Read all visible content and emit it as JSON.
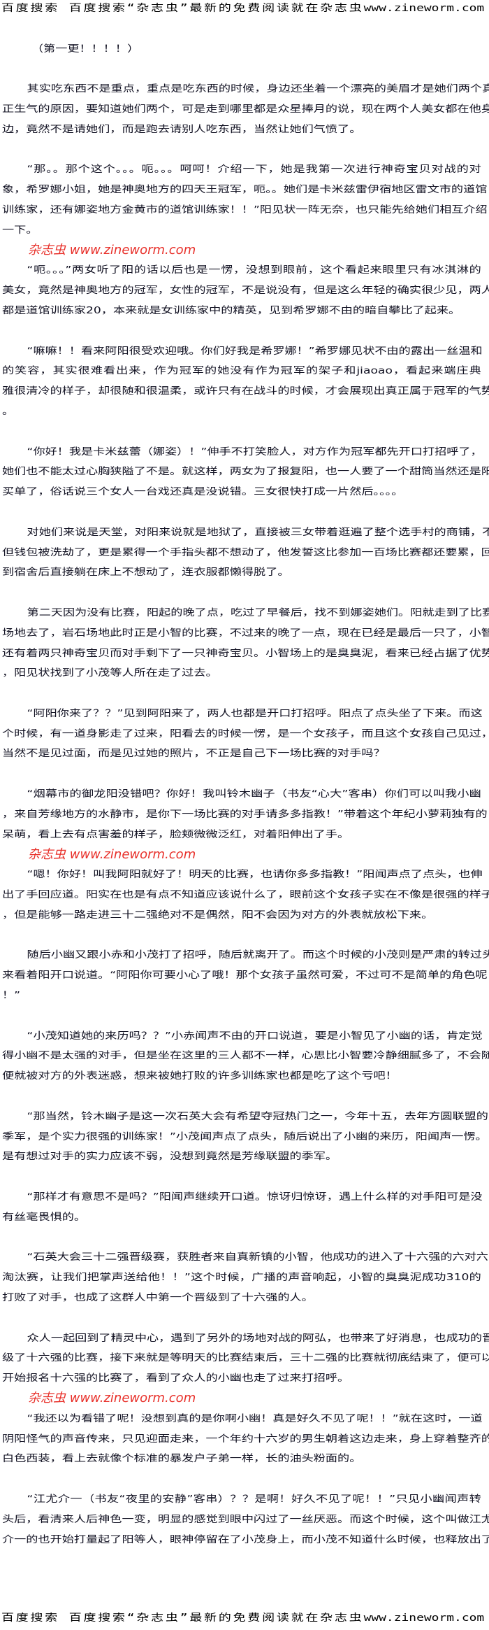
{
  "banner": "百度搜索 百度搜索“杂志虫”最新的免费阅读就在杂志虫www.zineworm.com",
  "watermark": "杂志虫 www.zineworm.com",
  "paragraphs": [
    [
      "（第一更！！！！）"
    ],
    [
      "其实吃东西不是重点，重点是吃东西的时候，身边还坐着一个漂亮的美眉才是她们两个真",
      "正生气的原因，要知道她们两个，可是走到哪里都是众星捧月的说，现在两个人美女都在他身",
      "边，竟然不是请她们，而是跑去请别人吃东西，当然让她们气愤了。"
    ],
    [
      "“那。。那个这个。。。呃。。。呵呵！介绍一下，她是我第一次进行神奇宝贝对战的对",
      "象，希罗娜小姐，她是神奥地方的四天王冠军，呃。。她们是卡米兹雷伊宿地区雷文市的道馆",
      "训练家，还有娜姿地方金黄市的道馆训练家！！”阳见状一阵无奈，也只能先给她们相互介绍",
      "一下。"
    ],
    [
      "“呃。。。”两女听了阳的话以后也是一愣，没想到眼前，这个看起来眼里只有冰淇淋的",
      "美女，竟然是神奥地方的冠军，女性的冠军，不是说没有，但是这么年轻的确实很少见，两人",
      "都是道馆训练家20，本来就是女训练家中的精英，见到希罗娜不由的暗自攀比了起来。"
    ],
    [
      "“嘛嘛！！看来阿阳很受欢迎哦。你们好我是希罗娜！”希罗娜见状不由的露出一丝温和",
      "的笑容，其实很难看出来，作为冠军的她没有作为冠军的架子和jiaoao，看起来端庄典",
      "雅很清冷的样子，却很随和很温柔，或许只有在战斗的时候，才会展现出真正属于冠军的气势",
      "。"
    ],
    [
      "“你好！我是卡米兹蕾（娜姿）！”伸手不打笑脸人，对方作为冠军都先开口打招呼了，",
      "她们也不能太过心胸狭隘了不是。就这样，两女为了报复阳，也一人要了一个甜筒当然还是阳",
      "买单了，俗话说三个女人一台戏还真是没说错。三女很快打成一片然后。。。。"
    ],
    [
      "对她们来说是天堂，对阳来说就是地狱了，直接被三女带着逛遍了整个选手村的商铺，不",
      "但钱包被洗劫了，更是累得一个手指头都不想动了，他发誓这比参加一百场比赛都还要累，回",
      "到宿舍后直接躺在床上不想动了，连衣服都懒得脱了。"
    ],
    [
      "第二天因为没有比赛，阳起的晚了点，吃过了早餐后，找不到娜姿她们。阳就走到了比赛",
      "场地去了，岩石场地此时正是小智的比赛，不过来的晚了一点，现在已经是最后一只了，小智",
      "还有着两只神奇宝贝而对手剩下了一只神奇宝贝。小智场上的是臭臭泥，看来已经占据了优势",
      "，阳见状找到了小茂等人所在走了过去。"
    ],
    [
      "“阿阳你来了？？”见到阿阳来了，两人也都是开口打招呼。阳点了点头坐了下来。而这",
      "个时候，有一道身影走了过来，阳看去的时候一愣，是一个女孩子，而且这个女孩自己见过，",
      "当然不是见过面，而是见过她的照片，不正是自己下一场比赛的对手吗？"
    ],
    [
      "“烟幕市的御龙阳没错吧？你好！我叫铃木幽子（书友“心大”客串）你们可以叫我小幽",
      "，来自芳缘地方的水静市，是你下一场比赛的对手请多多指教！”带着这个年纪小萝莉独有的",
      "呆萌，看上去有点害羞的样子，脸颊微微泛红，对着阳伸出了手。"
    ],
    [
      "“嗯！你好！叫我阿阳就好了！明天的比赛，也请你多多指教！”阳闻声点了点头，也伸",
      "出了手回应道。阳实在也是有点不知道应该说什么了，眼前这个女孩子实在不像是很强的样子",
      "，但是能够一路走进三十二强绝对不是偶然，阳不会因为对方的外表就放松下来。"
    ],
    [
      "随后小幽又跟小赤和小茂打了招呼，随后就离开了。而这个时候的小茂则是严肃的转过头",
      "来看着阳开口说道。“阿阳你可要小心了哦！那个女孩子虽然可爱，不过可不是简单的角色呢",
      "！”"
    ],
    [
      "“小茂知道她的来历吗？？”小赤闻声不由的开口说道，要是小智见了小幽的话，肯定觉",
      "得小幽不是太强的对手，但是坐在这里的三人都不一样，心思比小智要冷静细腻多了，不会随",
      "便就被对方的外表迷惑，想来被她打败的许多训练家也都是吃了这个亏吧！"
    ],
    [
      "“那当然，铃木幽子是这一次石英大会有希望夺冠热门之一，今年十五，去年方圆联盟的",
      "季军，是个实力很强的训练家！”小茂闻声点了点头，随后说出了小幽的来历，阳闻声一愣。",
      "是有想过对手的实力应该不弱，没想到竟然是芳缘联盟的季军。"
    ],
    [
      "“那样才有意思不是吗？”阳闻声继续开口道。惊讶归惊讶，遇上什么样的对手阳可是没",
      "有丝毫畏惧的。"
    ],
    [
      "“石英大会三十二强晋级赛，获胜者来自真新镇的小智，他成功的进入了十六强的六对六",
      "淘汰赛，让我们把掌声送给他！！”这个时候，广播的声音响起，小智的臭臭泥成功310的",
      "打败了对手，也成了这群人中第一个晋级到了十六强的人。"
    ],
    [
      "众人一起回到了精灵中心，遇到了另外的场地对战的阿弘，也带来了好消息，也成功的晋",
      "级了十六强的比赛，接下来就是等明天的比赛结束后，三十二强的比赛就彻底结束了，便可以",
      "开始报名十六强的比赛了，看到了众人的小幽也走了过来打招呼。"
    ],
    [
      "“我还以为看错了呢！没想到真的是你啊小幽！真是好久不见了呢！！”就在这时，一道",
      "阴阳怪气的声音传来，只见迎面走来，一个年约十六岁的男生朝着这边走来，身上穿着整齐的",
      "白色西装，看上去就像个标准的暴发户子弟一样，长的油头粉面的。"
    ],
    [
      "“江尤介一（书友“夜里的安静”客串）？？是啊！好久不见了呢！！”只见小幽闻声转",
      "头后，看清来人后神色一变，明显的感觉到眼中闪过了一丝厌恶。而这个时候，这个叫做江尤",
      "介一的也开始打量起了阳等人，眼神停留在了小茂身上，而小茂不知道什么时候，也释放出了"
    ]
  ],
  "colors": {
    "text": "#111122",
    "watermark": "#e8302a"
  }
}
